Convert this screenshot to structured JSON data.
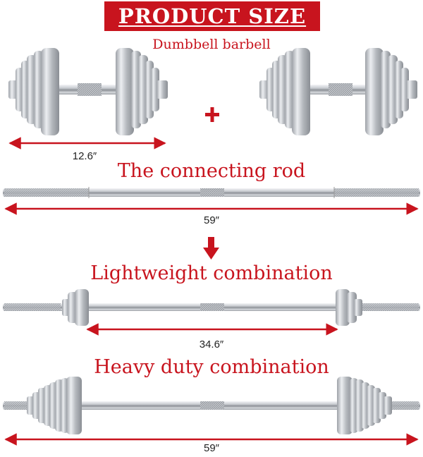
{
  "banner": {
    "title": "PRODUCT SIZE"
  },
  "sections": {
    "dumbbell": {
      "title": "Dumbbell barbell",
      "dimension": "12.6″"
    },
    "rod": {
      "title": "The connecting rod",
      "dimension": "59″"
    },
    "light": {
      "title": "Lightweight combination",
      "dimension": "34.6″"
    },
    "heavy": {
      "title": "Heavy duty combination",
      "dimension": "59″"
    }
  },
  "colors": {
    "accent": "#c8141e",
    "chrome": "#b8bcc2"
  },
  "icons": {
    "plus": "plus-icon",
    "down_arrow": "down-arrow-icon"
  }
}
